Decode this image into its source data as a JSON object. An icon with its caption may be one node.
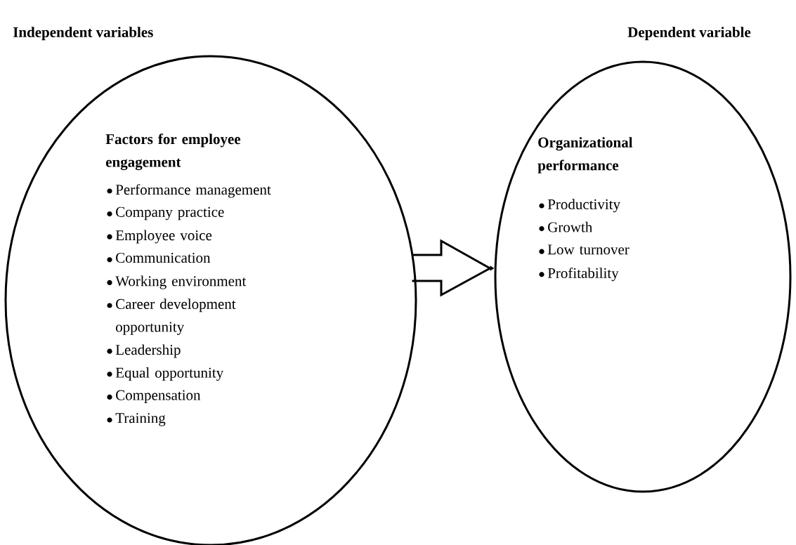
{
  "diagram": {
    "nodes": [
      {
        "text": [
          "Independent variables",
          "Factors for employee engagement",
          "Performance management",
          "Company practice",
          "Employee voice",
          "Communication",
          "Working environment",
          "Career development opportunity",
          "Leadership",
          "Equal opportunity",
          "Compensation",
          "Training"
        ]
      },
      {
        "text": [
          "Dependent variable",
          "Organizational performance",
          "Productivity",
          "Growth",
          "Low turnover",
          "Profitability"
        ]
      }
    ],
    "edges": [
      {
        "from": 0,
        "to": 1,
        "arrow": "to"
      }
    ]
  }
}
